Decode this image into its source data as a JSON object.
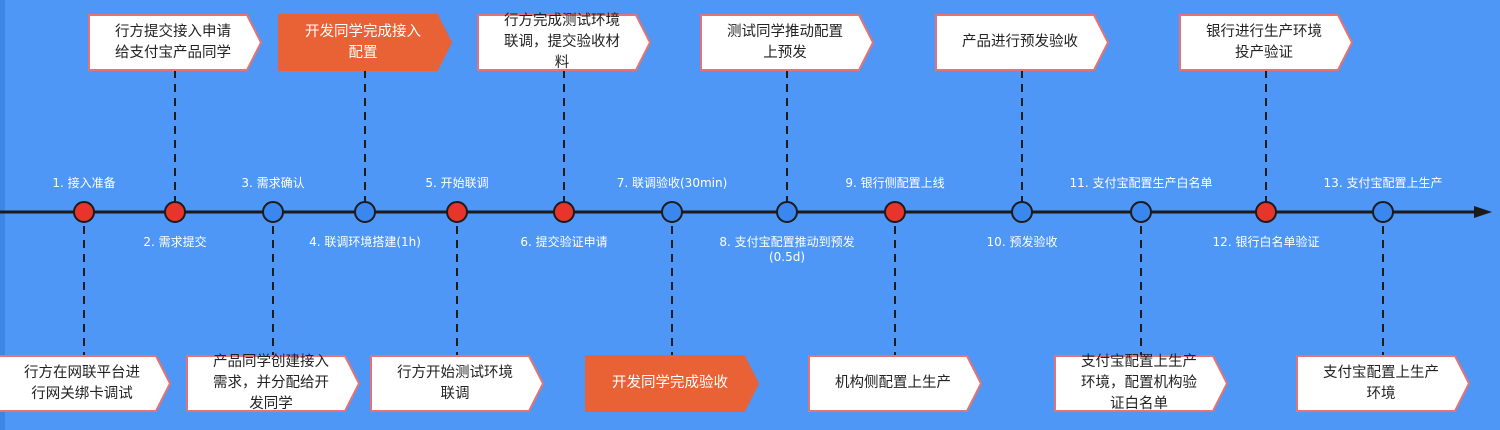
{
  "colors": {
    "background": "#4e97f6",
    "red_node": "#e8352b",
    "blue_node": "#3b87f0",
    "accent_box": "#e86236",
    "box_border": "#e57373"
  },
  "steps": [
    {
      "label": "1. 接入准备",
      "node": "red",
      "side": "above",
      "note": "行方在网联平台进行网关绑卡调试",
      "note_side": "bottom",
      "accent": false
    },
    {
      "label": "2. 需求提交",
      "node": "red",
      "side": "below",
      "note": "行方提交接入申请给支付宝产品同学",
      "note_side": "top",
      "accent": false
    },
    {
      "label": "3. 需求确认",
      "node": "blue",
      "side": "above",
      "note": "产品同学创建接入需求，并分配给开发同学",
      "note_side": "bottom",
      "accent": false
    },
    {
      "label": "4. 联调环境搭建(1h)",
      "node": "blue",
      "side": "below",
      "note": "开发同学完成接入配置",
      "note_side": "top",
      "accent": true
    },
    {
      "label": "5. 开始联调",
      "node": "red",
      "side": "above",
      "note": "行方开始测试环境联调",
      "note_side": "bottom",
      "accent": false
    },
    {
      "label": "6. 提交验证申请",
      "node": "red",
      "side": "below",
      "note": "行方完成测试环境联调，提交验收材料",
      "note_side": "top",
      "accent": false
    },
    {
      "label": "7. 联调验收(30min)",
      "node": "blue",
      "side": "above",
      "note": "开发同学完成验收",
      "note_side": "bottom",
      "accent": true
    },
    {
      "label": "8. 支付宝配置推动到预发\n(0.5d)",
      "node": "blue",
      "side": "below",
      "note": "测试同学推动配置上预发",
      "note_side": "top",
      "accent": false
    },
    {
      "label": "9. 银行侧配置上线",
      "node": "red",
      "side": "above",
      "note": "机构侧配置上生产",
      "note_side": "bottom",
      "accent": false
    },
    {
      "label": "10. 预发验收",
      "node": "blue",
      "side": "below",
      "note": "产品进行预发验收",
      "note_side": "top",
      "accent": false
    },
    {
      "label": "11. 支付宝配置生产白名单",
      "node": "blue",
      "side": "above",
      "note": "支付宝配置上生产环境，配置机构验证白名单",
      "note_side": "bottom",
      "accent": false
    },
    {
      "label": "12. 银行白名单验证",
      "node": "red",
      "side": "below",
      "note": "银行进行生产环境投产验证",
      "note_side": "top",
      "accent": false
    },
    {
      "label": "13. 支付宝配置上生产",
      "node": "blue",
      "side": "above",
      "note": "支付宝配置上生产环境",
      "note_side": "bottom",
      "accent": false
    }
  ]
}
